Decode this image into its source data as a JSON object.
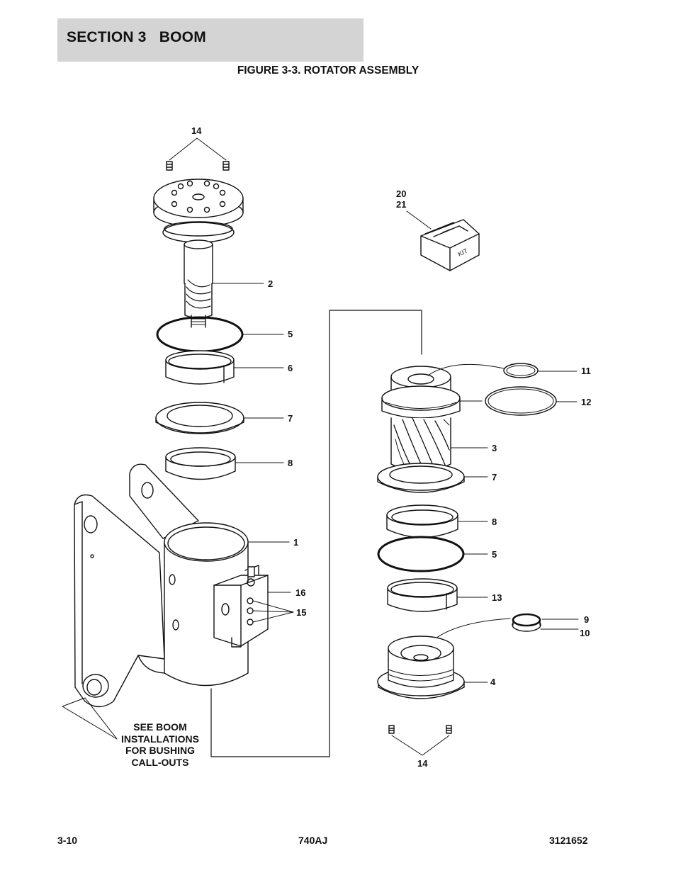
{
  "header": {
    "section": "SECTION 3",
    "title": "BOOM"
  },
  "figure": {
    "title": "FIGURE 3-3. ROTATOR ASSEMBLY"
  },
  "callouts": {
    "c14_top": "14",
    "c20": "20",
    "c21": "21",
    "kit_label": "KIT",
    "c2": "2",
    "c5_left": "5",
    "c6": "6",
    "c7_left": "7",
    "c8_left": "8",
    "c1": "1",
    "c16": "16",
    "c15": "15",
    "c11": "11",
    "c12": "12",
    "c3": "3",
    "c7_right": "7",
    "c8_right": "8",
    "c5_right": "5",
    "c13": "13",
    "c9": "9",
    "c10": "10",
    "c4": "4",
    "c14_bottom": "14"
  },
  "note": {
    "line1": "SEE BOOM",
    "line2": "INSTALLATIONS",
    "line3": "FOR BUSHING",
    "line4": "CALL-OUTS"
  },
  "footer": {
    "page": "3-10",
    "model": "740AJ",
    "doc_number": "3121652"
  }
}
